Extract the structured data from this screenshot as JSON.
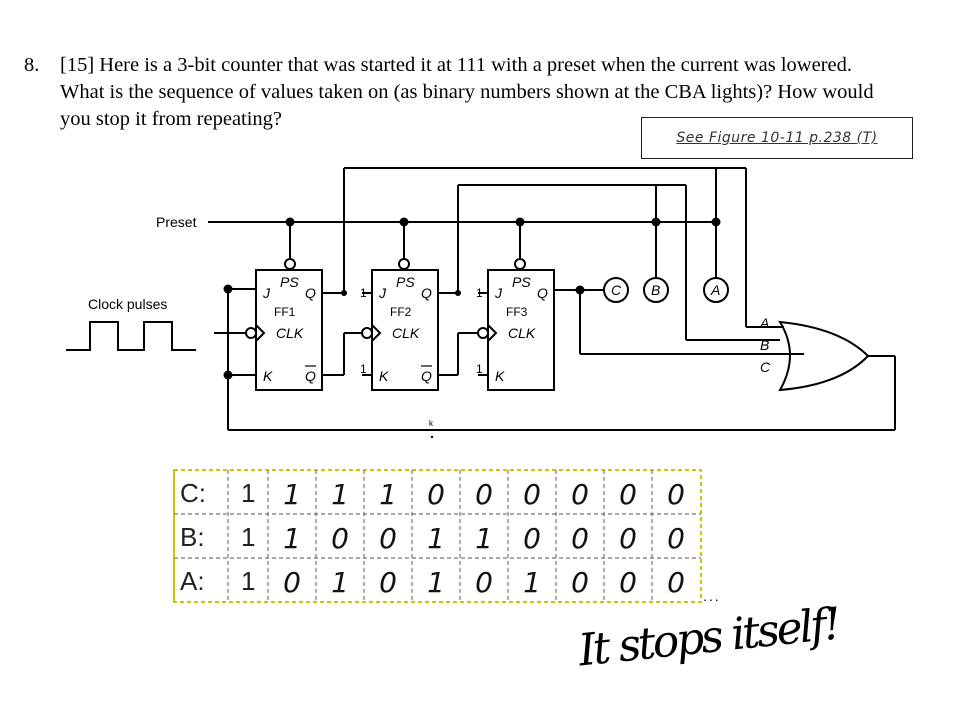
{
  "question": {
    "number": "8.",
    "text": "[15] Here is a 3-bit counter that was started it at 111 with a preset when the current was lowered. What is the sequence of values taken on (as binary numbers shown at the CBA lights)? How would you stop it from repeating?"
  },
  "figure_ref": "See Figure 10-11 p.238 (T)",
  "circuit": {
    "preset_label": "Preset",
    "clock_label": "Clock pulses",
    "flipflops": [
      {
        "ps": "PS",
        "j": "J",
        "q": "Q",
        "name": "FF1",
        "clk": "CLK",
        "k": "K",
        "qbar": "Q"
      },
      {
        "ps": "PS",
        "j": "J",
        "q": "Q",
        "name": "FF2",
        "clk": "CLK",
        "k": "K",
        "qbar": "Q"
      },
      {
        "ps": "PS",
        "j": "J",
        "q": "Q",
        "name": "FF3",
        "clk": "CLK",
        "k": "K",
        "qbar": "Q"
      }
    ],
    "one_label": "1",
    "lights": [
      "C",
      "B",
      "A"
    ],
    "gate_inputs": [
      "A",
      "B",
      "C"
    ],
    "tiny_mark": "k"
  },
  "table": {
    "rows": [
      {
        "label": "C:",
        "initial": "1",
        "values": [
          "1",
          "1",
          "1",
          "0",
          "0",
          "0",
          "0",
          "0",
          "0"
        ]
      },
      {
        "label": "B:",
        "initial": "1",
        "values": [
          "1",
          "0",
          "0",
          "1",
          "1",
          "0",
          "0",
          "0",
          "0"
        ]
      },
      {
        "label": "A:",
        "initial": "1",
        "values": [
          "0",
          "1",
          "0",
          "1",
          "0",
          "1",
          "0",
          "0",
          "0"
        ]
      }
    ],
    "continuation": "...",
    "border_color": "#c8c800"
  },
  "answer_note": "It stops itself!"
}
